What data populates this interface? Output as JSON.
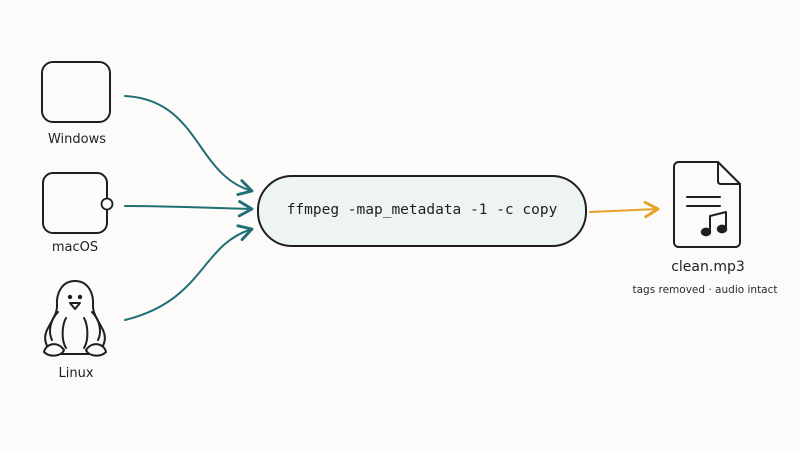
{
  "diagram": {
    "sources": [
      {
        "label": "Windows",
        "icon": "windows-window-icon"
      },
      {
        "label": "macOS",
        "icon": "macos-window-icon"
      },
      {
        "label": "Linux",
        "icon": "linux-tux-icon"
      }
    ],
    "command": "ffmpeg -map_metadata -1 -c copy",
    "output": {
      "filename": "clean.mp3",
      "caption": "tags removed · audio intact",
      "icon": "music-file-icon"
    },
    "colors": {
      "input_arrow": "#1f6f73",
      "output_arrow": "#e6a12a",
      "stroke": "#1f1f1f",
      "command_fill": "#eef4f2",
      "background": "#fdfbf9"
    }
  }
}
